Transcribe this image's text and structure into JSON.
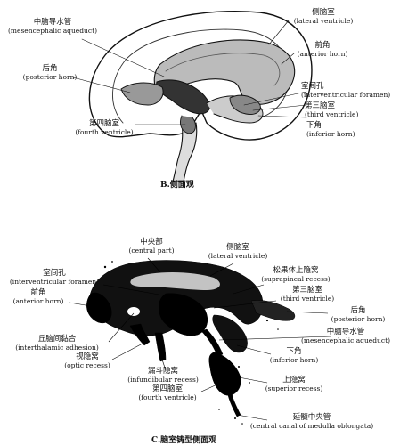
{
  "panel_b": {
    "caption": "B.侧面观",
    "labels": {
      "mesencephalic_aqueduct": {
        "zh": "中脑导水管",
        "en": "(mesencephalic aqueduct)"
      },
      "lateral_ventricle": {
        "zh": "侧脑室",
        "en": "(lateral ventricle)"
      },
      "anterior_horn": {
        "zh": "前角",
        "en": "(anterior horn)"
      },
      "posterior_horn": {
        "zh": "后角",
        "en": "(posterior horn)"
      },
      "interventricular_foramen": {
        "zh": "室间孔",
        "en": "(interventricular foramen)"
      },
      "third_ventricle": {
        "zh": "第三脑室",
        "en": "(third ventricle)"
      },
      "inferior_horn": {
        "zh": "下角",
        "en": "(inferior horn)"
      },
      "fourth_ventricle": {
        "zh": "第四脑室",
        "en": "(fourth ventricle)"
      }
    }
  },
  "panel_c": {
    "caption": "C.脑室铸型侧面观",
    "labels": {
      "central_part": {
        "zh": "中央部",
        "en": "(central part)"
      },
      "lateral_ventricle": {
        "zh": "侧脑室",
        "en": "(lateral ventricle)"
      },
      "suprapineal_recess": {
        "zh": "松果体上隐窝",
        "en": "(suprapineal recess)"
      },
      "interventricular_foramen": {
        "zh": "室间孔",
        "en": "(interventricular foramen)"
      },
      "third_ventricle": {
        "zh": "第三脑室",
        "en": "(third ventricle)"
      },
      "anterior_horn": {
        "zh": "前角",
        "en": "(anterior horn)"
      },
      "posterior_horn": {
        "zh": "后角",
        "en": "(posterior horn)"
      },
      "mesencephalic_aqueduct": {
        "zh": "中脑导水管",
        "en": "(mesencephalic aqueduct)"
      },
      "interthalamic_adhesion": {
        "zh": "丘脑间黏合",
        "en": "(interthalamic adhesion)"
      },
      "optic_recess": {
        "zh": "视隐窝",
        "en": "(optic recess)"
      },
      "inferior_horn": {
        "zh": "下角",
        "en": "(inferior horn)"
      },
      "infundibular_recess": {
        "zh": "漏斗隐窝",
        "en": "(infundibular recess)"
      },
      "superior_recess": {
        "zh": "上隐窝",
        "en": "(superior recess)"
      },
      "fourth_ventricle": {
        "zh": "第四脑室",
        "en": "(fourth ventricle)"
      },
      "central_canal": {
        "zh": "延髓中央管",
        "en": "(central canal of medulla oblongata)"
      }
    }
  }
}
